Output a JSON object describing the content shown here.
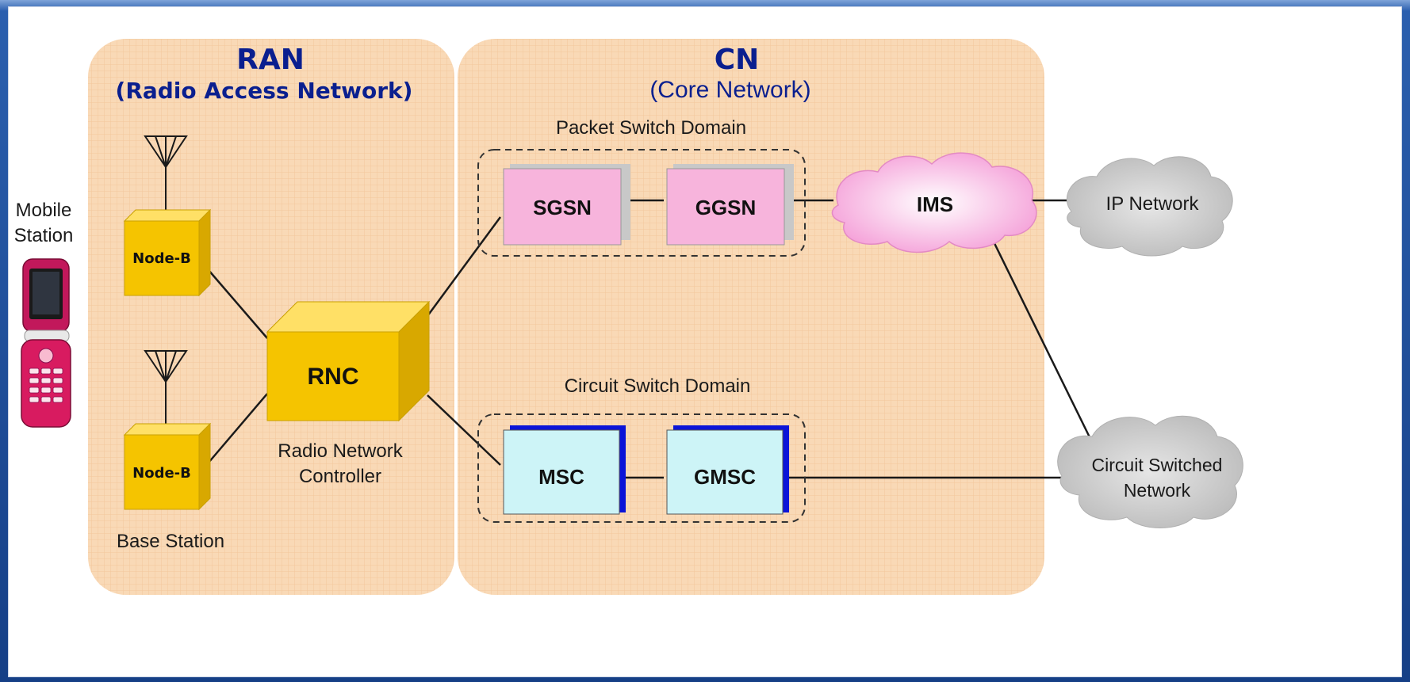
{
  "ran": {
    "title": "RAN",
    "subtitle": "(Radio Access Network)"
  },
  "cn": {
    "title": "CN",
    "subtitle": "(Core Network)"
  },
  "mobile_station_label": [
    "Mobile",
    "Station"
  ],
  "base_station_label": "Base Station",
  "nodes": {
    "node_b_1": "Node-B",
    "node_b_2": "Node-B",
    "rnc": "RNC",
    "sgsn": "SGSN",
    "ggsn": "GGSN",
    "msc": "MSC",
    "gmsc": "GMSC",
    "ims": "IMS"
  },
  "rnc_caption": [
    "Radio Network",
    "Controller"
  ],
  "packet_domain_label": "Packet Switch Domain",
  "circuit_domain_label": "Circuit Switch Domain",
  "ip_network_label": "IP Network",
  "circuit_network_label": [
    "Circuit Switched",
    "Network"
  ],
  "colors": {
    "panel": "#f9d7b1",
    "node_yellow": "#f5c400",
    "node_pink": "#f7b4dc",
    "node_cyan": "#cdf4f7",
    "title_blue": "#0a1f8f"
  }
}
